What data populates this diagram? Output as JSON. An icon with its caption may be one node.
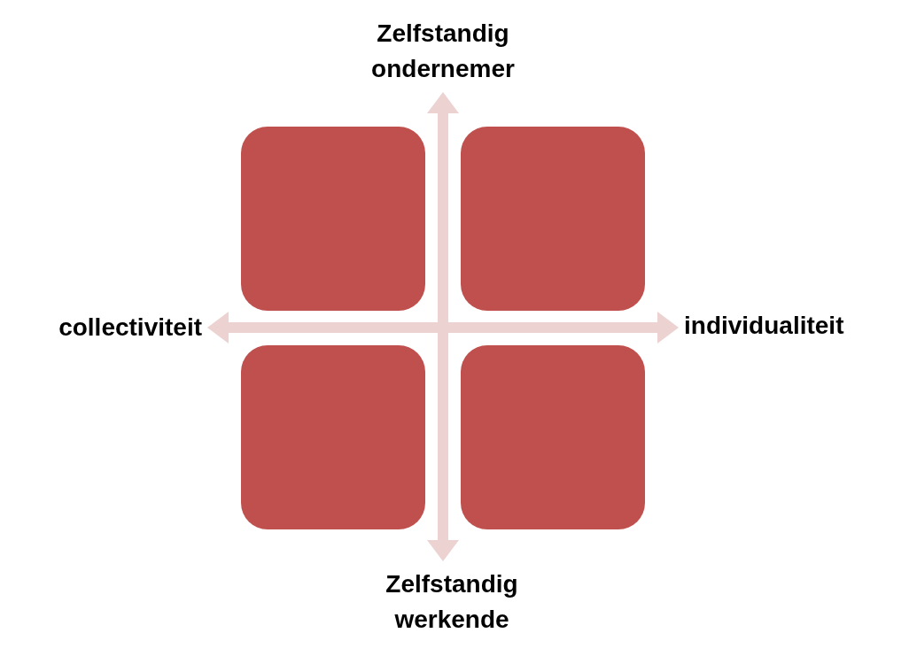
{
  "diagram": {
    "nodes": [
      {
        "text": [
          "Zelfstandig ondernemer"
        ]
      },
      {
        "text": [
          "collectiviteit"
        ]
      },
      {
        "text": [
          "individualiteit"
        ]
      },
      {
        "text": [
          "Zelfstandig werkende"
        ]
      },
      {
        "text": [],
        "shape": "box"
      },
      {
        "text": [],
        "shape": "box"
      },
      {
        "text": [],
        "shape": "box"
      },
      {
        "text": [],
        "shape": "box"
      }
    ],
    "edges": [
      {
        "from": 1,
        "to": 2,
        "arrow": "both"
      },
      {
        "from": 0,
        "to": 3,
        "arrow": "both"
      }
    ]
  }
}
